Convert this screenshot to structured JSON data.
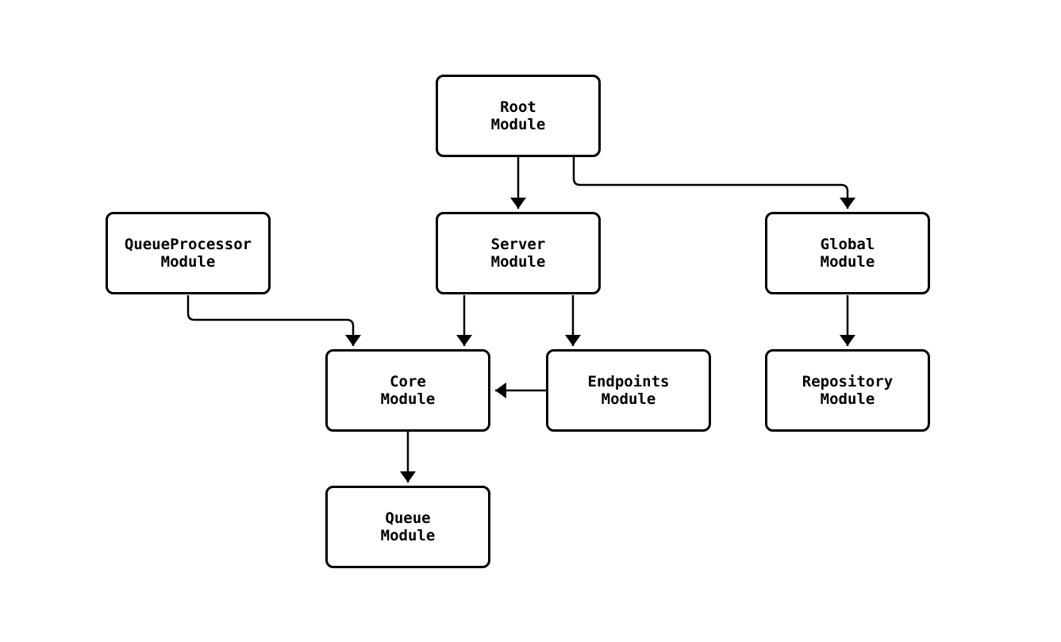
{
  "diagram": {
    "type": "flowchart",
    "background": "#ffffff",
    "node_style": {
      "fill": "#ffffff",
      "border_color": "#000000",
      "text_color": "#000000"
    },
    "edge_color": "#000000",
    "nodes": {
      "root": {
        "label": "Root\nModule"
      },
      "queueprocessor": {
        "label": "QueueProcessor\nModule"
      },
      "server": {
        "label": "Server\nModule"
      },
      "global": {
        "label": "Global\nModule"
      },
      "core": {
        "label": "Core\nModule"
      },
      "endpoints": {
        "label": "Endpoints\nModule"
      },
      "repository": {
        "label": "Repository\nModule"
      },
      "queue": {
        "label": "Queue\nModule"
      }
    },
    "edges": [
      {
        "from": "Root Module",
        "to": "Server Module",
        "style": "arrow"
      },
      {
        "from": "Root Module",
        "to": "Global Module",
        "style": "arrow"
      },
      {
        "from": "QueueProcessor Module",
        "to": "Core Module",
        "style": "arrow"
      },
      {
        "from": "Server Module",
        "to": "Core Module",
        "style": "arrow"
      },
      {
        "from": "Server Module",
        "to": "Endpoints Module",
        "style": "arrow"
      },
      {
        "from": "Endpoints Module",
        "to": "Core Module",
        "style": "arrow"
      },
      {
        "from": "Global Module",
        "to": "Repository Module",
        "style": "arrow"
      },
      {
        "from": "Core Module",
        "to": "Queue Module",
        "style": "arrow"
      }
    ]
  }
}
